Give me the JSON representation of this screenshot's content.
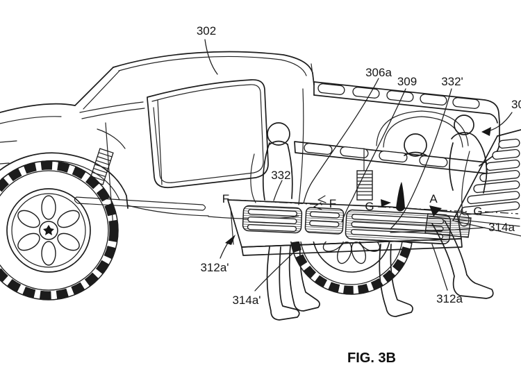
{
  "figure": {
    "caption": "FIG. 3B",
    "kind": "patent-line-drawing",
    "subject": "pickup truck with open cargo bed, deployable side step and seated occupants"
  },
  "colors": {
    "ink": "#1c1c1c",
    "paper": "#ffffff"
  },
  "labels": {
    "r302": "302",
    "r306a": "306a",
    "r309": "309",
    "r332p_upper": "332'",
    "r30_clipped": "30",
    "r332p_mid": "332'",
    "r314a": "314a",
    "r312a": "312a",
    "r312a_p": "312a'",
    "r314a_p": "314a'"
  },
  "section_markers": {
    "f_left": "F",
    "f_right": "F",
    "g_left": "G",
    "g_right": "G",
    "a_mark": "A"
  }
}
